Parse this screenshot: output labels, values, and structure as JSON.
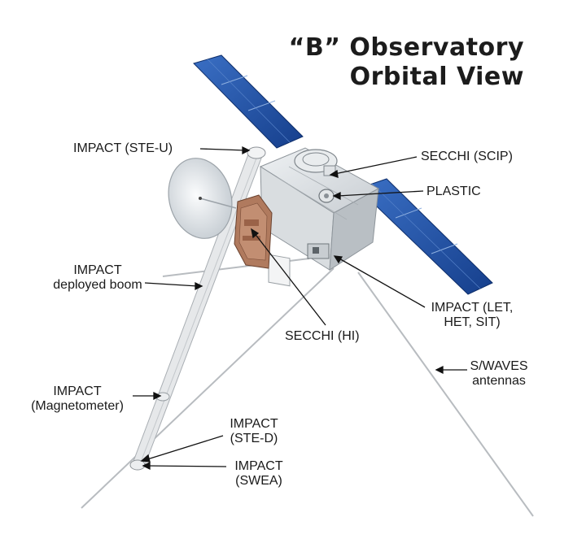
{
  "title": {
    "line1": "“B” Observatory",
    "line2": "Orbital View"
  },
  "labels": {
    "impact_ste_u": "IMPACT (STE-U)",
    "impact_boom_1": "IMPACT",
    "impact_boom_2": "deployed boom",
    "impact_mag_1": "IMPACT",
    "impact_mag_2": "(Magnetometer)",
    "impact_ste_d_1": "IMPACT",
    "impact_ste_d_2": "(STE-D)",
    "impact_swea_1": "IMPACT",
    "impact_swea_2": "(SWEA)",
    "secchi_scip": "SECCHI (SCIP)",
    "plastic": "PLASTIC",
    "impact_let_1": "IMPACT (LET,",
    "impact_let_2": "HET, SIT)",
    "secchi_hi": "SECCHI (HI)",
    "swaves_1": "S/WAVES",
    "swaves_2": "antennas"
  },
  "colors": {
    "solar_panel": "#1f4fa6",
    "bus": "#d6dade",
    "hi_instrument": "#b07a5e",
    "dish": "#e8ecef"
  }
}
